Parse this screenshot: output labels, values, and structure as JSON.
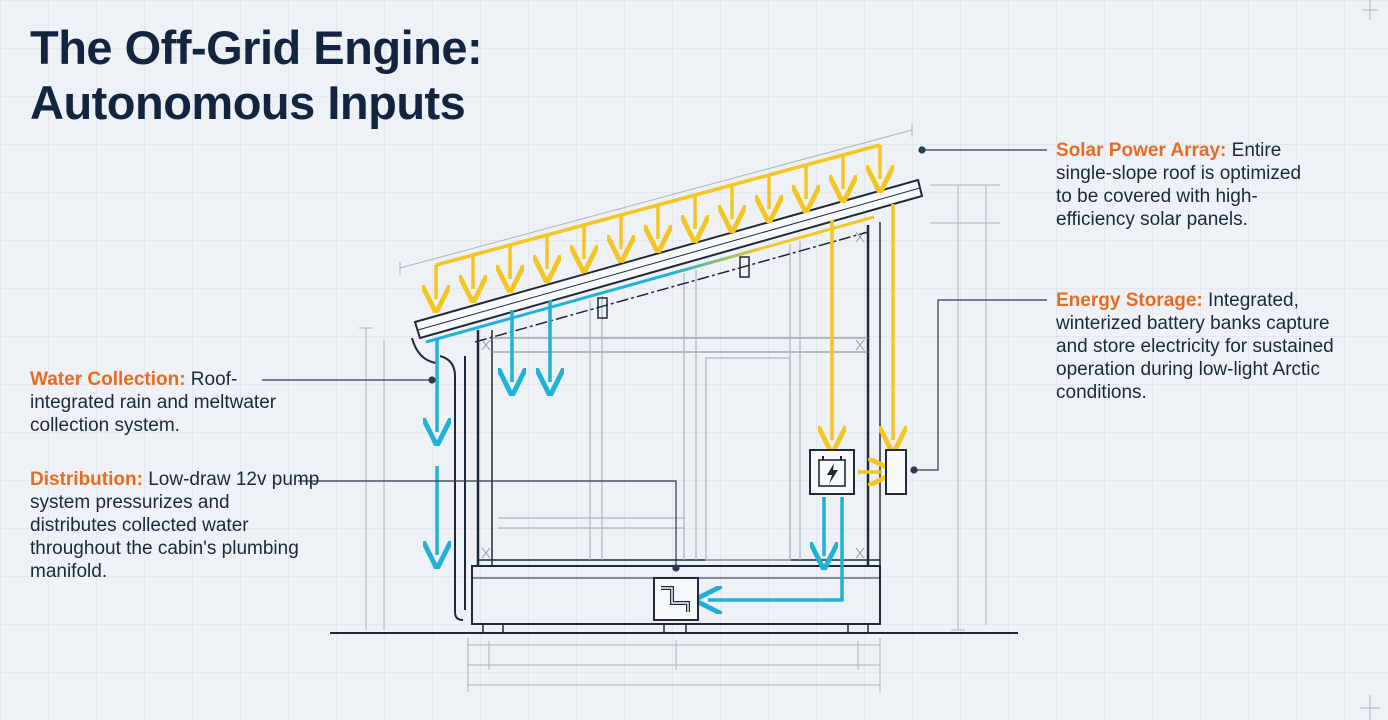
{
  "title": {
    "line1": "The Off-Grid Engine:",
    "line2": "Autonomous Inputs"
  },
  "callouts": {
    "solar": {
      "lead": "Solar Power Array:",
      "body": " Entire single-slope roof is optimized to be covered with high-efficiency solar panels."
    },
    "storage": {
      "lead": "Energy Storage:",
      "body": " Integrated, winterized battery banks capture and store electricity for sustained operation during low-light Arctic conditions."
    },
    "water": {
      "lead": "Water Collection:",
      "body": " Roof-integrated rain and meltwater collection system."
    },
    "distribution": {
      "lead": "Distribution:",
      "body": " Low-draw 12v pump system pressurizes and distributes collected water throughout the cabin's plumbing manifold."
    }
  },
  "icons": {
    "battery": "battery-icon",
    "pump": "pump-icon",
    "sun_rays": "sunlight-arrow-icon",
    "water_flow": "water-flow-arrow-icon"
  },
  "colors": {
    "title": "#132440",
    "accent_orange": "#ea6a1f",
    "solar_yellow": "#f3c623",
    "water_blue": "#1fb2d6",
    "line_dark": "#1e2a3a",
    "line_light": "#a9b3bf"
  }
}
